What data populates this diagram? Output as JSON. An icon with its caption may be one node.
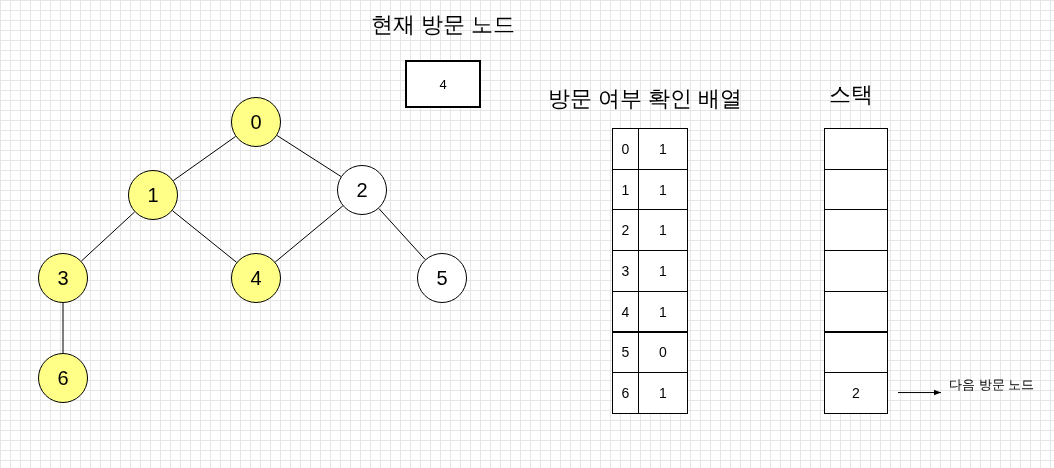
{
  "diagram": {
    "nodes": [
      {
        "text": [
          "0"
        ]
      },
      {
        "text": [
          "1"
        ]
      },
      {
        "text": [
          "2"
        ]
      },
      {
        "text": [
          "3"
        ]
      },
      {
        "text": [
          "4"
        ]
      },
      {
        "text": [
          "5"
        ]
      },
      {
        "text": [
          "6"
        ]
      },
      {
        "text": [
          "현재 방문 노드",
          "4"
        ]
      },
      {
        "text": [],
        "shape": "box"
      },
      {
        "text": [],
        "shape": "box"
      },
      {
        "text": [],
        "shape": "box"
      },
      {
        "text": [],
        "shape": "box"
      },
      {
        "text": [],
        "shape": "box"
      },
      {
        "text": [],
        "shape": "box"
      },
      {
        "text": [
          "2"
        ]
      },
      {
        "text": [
          "다음 방문 노드"
        ]
      }
    ],
    "edges": [
      {
        "from": 0,
        "to": 1,
        "arrow": "none"
      },
      {
        "from": 0,
        "to": 2,
        "arrow": "none"
      },
      {
        "from": 1,
        "to": 3,
        "arrow": "none"
      },
      {
        "from": 1,
        "to": 4,
        "arrow": "none"
      },
      {
        "from": 2,
        "to": 4,
        "arrow": "none"
      },
      {
        "from": 2,
        "to": 5,
        "arrow": "none"
      },
      {
        "from": 3,
        "to": 6,
        "arrow": "none"
      },
      {
        "from": 14,
        "to": 15,
        "arrow": "to"
      }
    ],
    "labels": [
      "방문 여부 확인 배열",
      "스택",
      "0",
      "1",
      "1",
      "1",
      "2",
      "1",
      "3",
      "1",
      "4",
      "1",
      "5",
      "0",
      "6",
      "1"
    ]
  }
}
